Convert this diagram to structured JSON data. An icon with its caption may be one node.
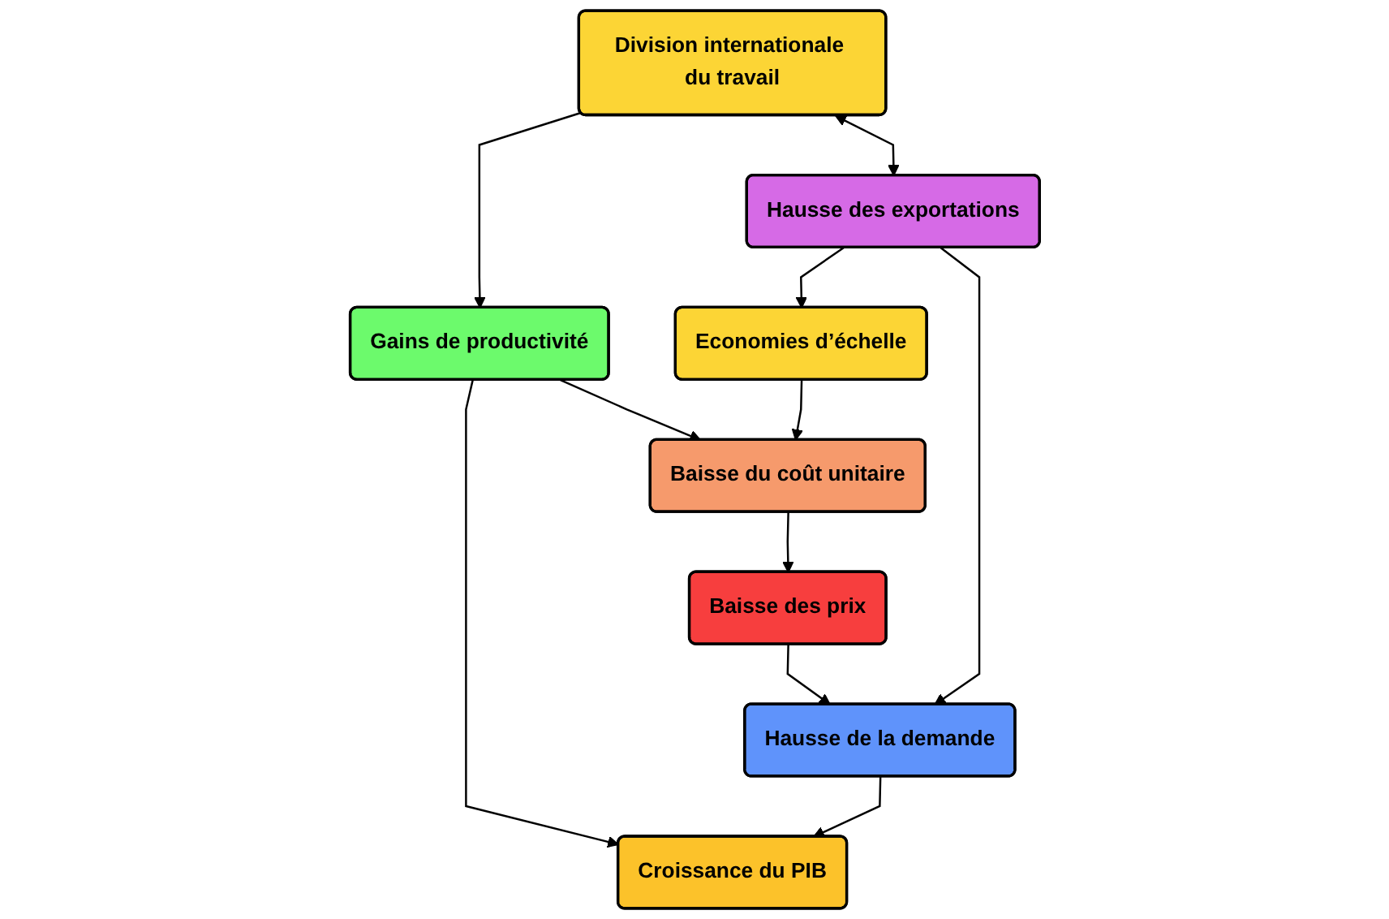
{
  "diagram": {
    "nodes": [
      {
        "text": [
          "Division internationale du travail"
        ]
      },
      {
        "text": [
          "Hausse des exportations"
        ]
      },
      {
        "text": [
          "Economies d’échelle"
        ]
      },
      {
        "text": [
          "Gains de productivité"
        ]
      },
      {
        "text": [
          "Baisse du coût unitaire"
        ]
      },
      {
        "text": [
          "Baisse des prix"
        ]
      },
      {
        "text": [
          "Hausse de la demande"
        ]
      },
      {
        "text": [
          "Croissance du PIB"
        ]
      }
    ],
    "edges": [
      {
        "from": 0,
        "to": 1,
        "arrow": "both"
      },
      {
        "from": 1,
        "to": 2,
        "arrow": "to"
      },
      {
        "from": 0,
        "to": 3,
        "arrow": "to"
      },
      {
        "from": 3,
        "to": 4,
        "arrow": "to"
      },
      {
        "from": 2,
        "to": 4,
        "arrow": "to"
      },
      {
        "from": 4,
        "to": 5,
        "arrow": "to"
      },
      {
        "from": 5,
        "to": 6,
        "arrow": "to"
      },
      {
        "from": 1,
        "to": 6,
        "arrow": "to"
      },
      {
        "from": 3,
        "to": 7,
        "arrow": "to"
      },
      {
        "from": 6,
        "to": 7,
        "arrow": "to"
      }
    ]
  }
}
